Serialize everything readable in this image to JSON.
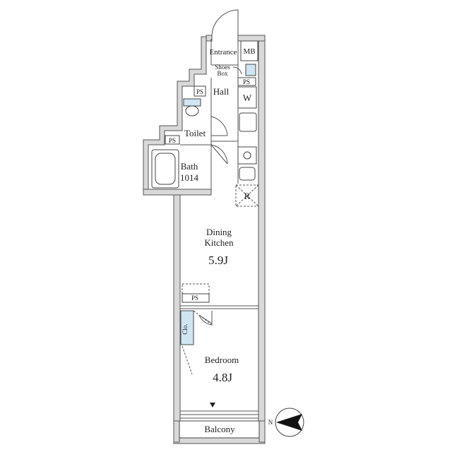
{
  "rooms": {
    "entrance": "Entrance",
    "mb": "MB",
    "shoes_box_line1": "Shoes",
    "shoes_box_line2": "Box",
    "hall": "Hall",
    "ps": "PS",
    "washer": "W",
    "toilet": "Toilet",
    "bath": "Bath",
    "bath_size": "1014",
    "refrigerator": "R",
    "dining_kitchen_line1": "Dining",
    "dining_kitchen_line2": "Kitchen",
    "dining_kitchen_size": "5.9J",
    "closet": "Clo.",
    "bedroom": "Bedroom",
    "bedroom_size": "4.8J",
    "balcony": "Balcony"
  },
  "compass": {
    "north_label": "N"
  }
}
